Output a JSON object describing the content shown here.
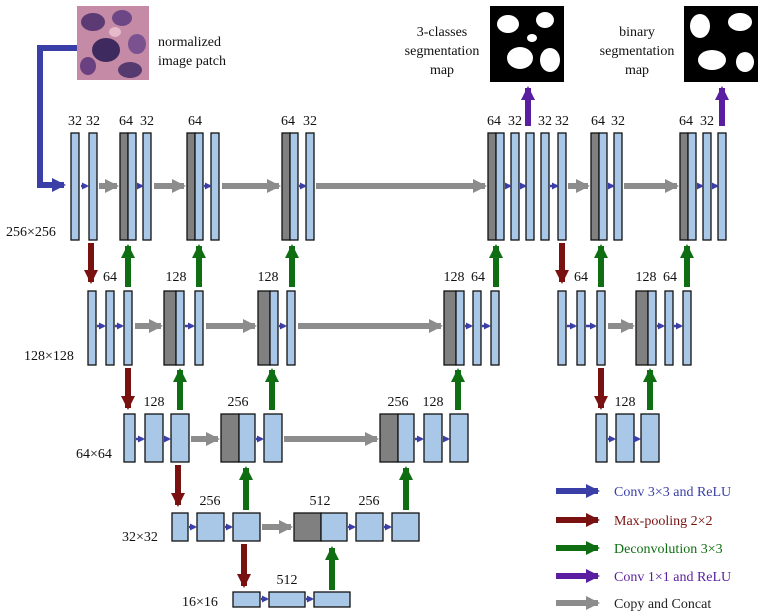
{
  "image_patch_label": [
    "normalized",
    "image patch"
  ],
  "seg3_label": [
    "3-classes",
    "segmentation",
    "map"
  ],
  "binary_label": [
    "binary",
    "segmentation",
    "map"
  ],
  "resolutions": {
    "r256": "256×256",
    "r128": "128×128",
    "r64": "64×64",
    "r32": "32×32",
    "r16": "16×16"
  },
  "channel_labels": {
    "c32": "32",
    "c64": "64",
    "c128": "128",
    "c256": "256",
    "c512": "512"
  },
  "legend": [
    {
      "label": "Conv 3×3 and ReLU",
      "color": "#3a3fa8"
    },
    {
      "label": "Max-pooling 2×2",
      "color": "#7a1111"
    },
    {
      "label": "Deconvolution 3×3",
      "color": "#0f6e12"
    },
    {
      "label": "Conv 1×1 and ReLU",
      "color": "#5a1fa0"
    },
    {
      "label": "Copy and Concat",
      "color": "#8c8c8c"
    }
  ],
  "colors": {
    "block_fill": "#a9c8e8",
    "concat_fill": "#808080",
    "copy": "#8c8c8c"
  }
}
